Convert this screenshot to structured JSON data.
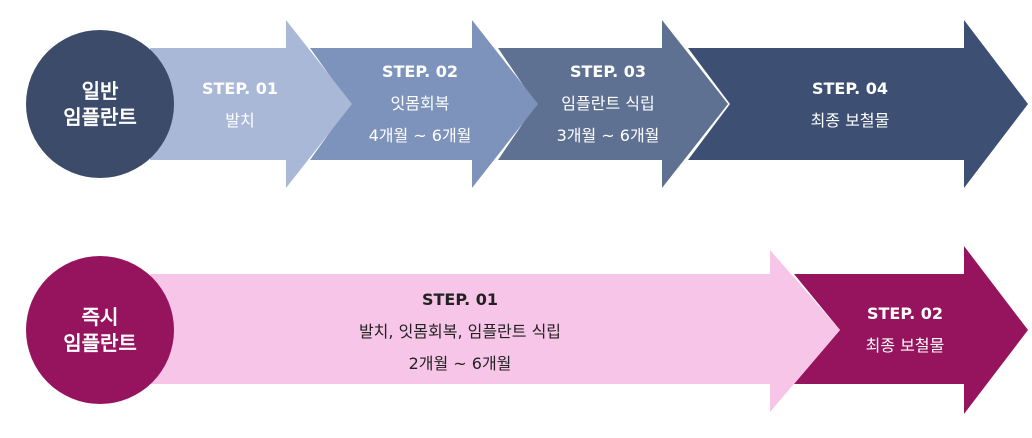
{
  "colors": {
    "general_circle": "#3d4b6b",
    "general_step1": "#a9b8d7",
    "general_step2": "#7d93bb",
    "general_step3": "#5f7192",
    "general_step4": "#3d5073",
    "immediate_circle": "#96145e",
    "immediate_step1": "#f7c5e8",
    "immediate_step2": "#96145e"
  },
  "general": {
    "label_line1": "일반",
    "label_line2": "임플란트",
    "steps": [
      {
        "title": "STEP. 01",
        "desc1": "발치",
        "desc2": ""
      },
      {
        "title": "STEP. 02",
        "desc1": "잇몸회복",
        "desc2": "4개월 ~ 6개월"
      },
      {
        "title": "STEP. 03",
        "desc1": "임플란트 식립",
        "desc2": "3개월 ~ 6개월"
      },
      {
        "title": "STEP. 04",
        "desc1": "최종 보철물",
        "desc2": ""
      }
    ]
  },
  "immediate": {
    "label_line1": "즉시",
    "label_line2": "임플란트",
    "steps": [
      {
        "title": "STEP. 01",
        "desc1": "발치, 잇몸회복, 임플란트 식립",
        "desc2": "2개월 ~ 6개월"
      },
      {
        "title": "STEP. 02",
        "desc1": "최종 보철물",
        "desc2": ""
      }
    ]
  }
}
